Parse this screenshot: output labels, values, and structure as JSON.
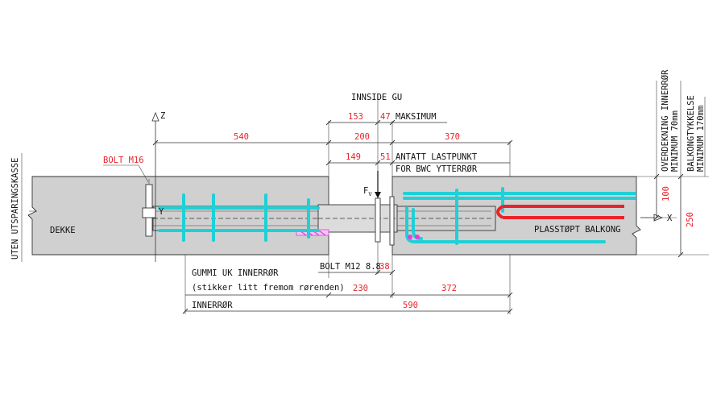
{
  "labels": {
    "innside_gu": "INNSIDE GU",
    "maksimum": "MAKSIMUM",
    "antatt_lastpunkt": "ANTATT LASTPUNKT",
    "for_bwc": "FOR BWC YTTERRØR",
    "bolt_m16": "BOLT M16",
    "uten_utsparingskasse": "UTEN UTSPARINGSKASSE",
    "dekke": "DEKKE",
    "plasstopt_balkong": "PLASSTØPT BALKONG",
    "bolt_m12": "BOLT M12 8.8",
    "gummi_line1": "GUMMI UK INNERRØR",
    "gummi_line2": "(stikker litt fremom rørenden)",
    "innerror": "INNERRØR",
    "z_axis": "Z",
    "x_axis": "X",
    "y_axis": "Y",
    "fv": "F",
    "fv_sub": "V",
    "overdekning_1": "OVERDEKNING INNERRØR",
    "overdekning_2": "MINIMUM 70mm",
    "balkong_1": "BALKONGTYKKELSE",
    "balkong_2": "MINIMUM 170mm"
  },
  "dimensions": {
    "d153": "153",
    "d47": "47",
    "d540": "540",
    "d200": "200",
    "d370": "370",
    "d149": "149",
    "d51": "51",
    "d100": "100",
    "d250": "250",
    "d38": "38",
    "d230": "230",
    "d372": "372",
    "d590": "590"
  },
  "colors": {
    "rebar": "#1fd0d6",
    "rebar_red": "#e8232a",
    "dimension_red": "#e8232a",
    "slab": "#d0d0d0",
    "rubber": "#e040e0"
  }
}
